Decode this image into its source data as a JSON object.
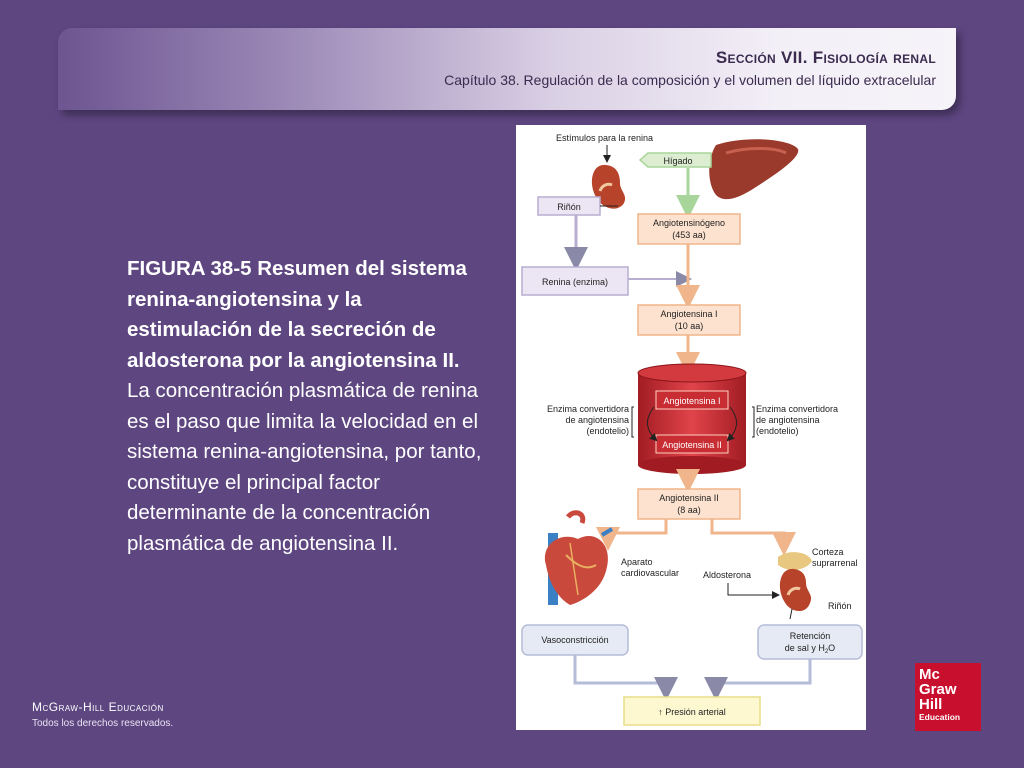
{
  "header": {
    "section": "Sección VII.   Fisiología renal",
    "chapter": "Capítulo 38. Regulación de la composición y el volumen del líquido extracelular"
  },
  "caption": {
    "bold": "FIGURA 38-5 Resumen del sistema renina-angiotensina y la estimulación de la secreción de aldosterona por la angiotensina II.",
    "text": " La concentración plasmática de renina es el paso que limita la velocidad en el sistema renina-angiotensina, por tanto, constituye el principal factor determinante de la concentración plasmática de angiotensina II."
  },
  "diagram": {
    "stimulus": "Estímulos para la renina",
    "liver": "Hígado",
    "kidney_box": "Riñón",
    "angiotensinogen_l1": "Angiotensinógeno",
    "angiotensinogen_l2": "(453 aa)",
    "renin": "Renina (enzima)",
    "ang1_l1": "Angiotensina I",
    "ang1_l2": "(10 aa)",
    "vessel_ang1": "Angiotensina I",
    "vessel_ang2": "Angiotensina II",
    "ace_left_l1": "Enzima convertidora",
    "ace_left_l2": "de angiotensina",
    "ace_left_l3": "(endotelio)",
    "ace_right_l1": "Enzima convertidora",
    "ace_right_l2": "de angiotensina",
    "ace_right_l3": "(endotelio)",
    "ang2_l1": "Angiotensina II",
    "ang2_l2": "(8 aa)",
    "cardio_l1": "Aparato",
    "cardio_l2": "cardiovascular",
    "cortex_l1": "Corteza",
    "cortex_l2": "suprarrenal",
    "aldosterone": "Aldosterona",
    "kidney_right": "Riñón",
    "vasoconstriction": "Vasoconstricción",
    "retention_l1": "Retención",
    "retention_l2": "de sal y H",
    "retention_sub": "2",
    "retention_l2_end": "O",
    "pressure": "↑ Presión arterial"
  },
  "footer": {
    "publisher": "McGraw-Hill Educación",
    "rights": "Todos los derechos reservados."
  },
  "logo": {
    "line1": "Mc",
    "line2": "Graw",
    "line3": "Hill",
    "line4": "Education"
  }
}
